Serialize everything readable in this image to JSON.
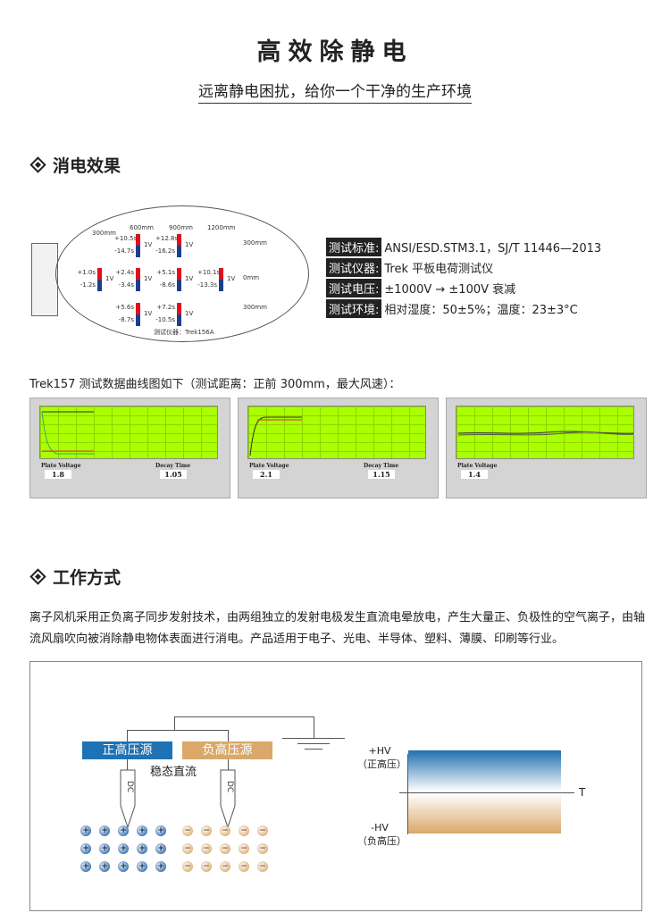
{
  "header": {
    "title": "高效除静电",
    "subtitle": "远离静电困扰，给你一个干净的生产环境"
  },
  "section1": {
    "title": "消电效果",
    "columns": [
      "300mm",
      "600mm",
      "900mm",
      "1200mm"
    ],
    "rows": [
      "300mm",
      "0mm",
      "300mm"
    ],
    "bars": [
      {
        "pos": "+10.5s",
        "neg": "-14.7s",
        "v": "1V"
      },
      {
        "pos": "+12.8s",
        "neg": "-16.2s",
        "v": "1V"
      },
      {
        "pos": "+1.0s",
        "neg": "-1.2s",
        "v": "1V"
      },
      {
        "pos": "+2.4s",
        "neg": "-3.4s",
        "v": "1V"
      },
      {
        "pos": "+5.1s",
        "neg": "-8.6s",
        "v": "1V"
      },
      {
        "pos": "+10.1s",
        "neg": "-13.3s",
        "v": "1V"
      },
      {
        "pos": "+5.6s",
        "neg": "-8.7s",
        "v": "1V"
      },
      {
        "pos": "+7.2s",
        "neg": "-10.5s",
        "v": "1V"
      }
    ],
    "instrument": "测试仪器：Trek156A",
    "specs": [
      {
        "k": "测试标准:",
        "v": "ANSI/ESD.STM3.1，SJ/T 11446—2013"
      },
      {
        "k": "测试仪器:",
        "v": "Trek 平板电荷测试仪"
      },
      {
        "k": "测试电压:",
        "v": "±1000V → ±100V 衰减"
      },
      {
        "k": "测试环境:",
        "v": "相对湿度：50±5%；温度：23±3°C"
      }
    ],
    "trek_caption": "Trek157 测试数据曲线图如下（测试距离：正前 300mm，最大风速）：",
    "screens": [
      {
        "plate_label": "Plate Voltage",
        "plate": "1.8",
        "decay_label": "Decay Time",
        "decay": "1.05"
      },
      {
        "plate_label": "Plate Voltage",
        "plate": "2.1",
        "decay_label": "Decay Time",
        "decay": "1.15"
      },
      {
        "plate_label": "Plate Voltage",
        "plate": "1.4"
      }
    ]
  },
  "section2": {
    "title": "工作方式",
    "text": "离子风机采用正负离子同步发射技术，由两组独立的发射电极发生直流电晕放电，产生大量正、负极性的空气离子，由轴流风扇吹向被消除静电物体表面进行消电。产品适用于电子、光电、半导体、塑料、薄膜、印刷等行业。",
    "pos_source": "正高压源",
    "neg_source": "负高压源",
    "dc": "DC",
    "steady": "稳态直流",
    "hv_pos": "+HV",
    "hv_pos_cn": "（正高压）",
    "hv_neg": "-HV",
    "hv_neg_cn": "（负高压）",
    "t": "T",
    "plus": "+",
    "minus": "−",
    "colors": {
      "blue": "#1f72b3",
      "tan": "#d9a86a"
    }
  }
}
